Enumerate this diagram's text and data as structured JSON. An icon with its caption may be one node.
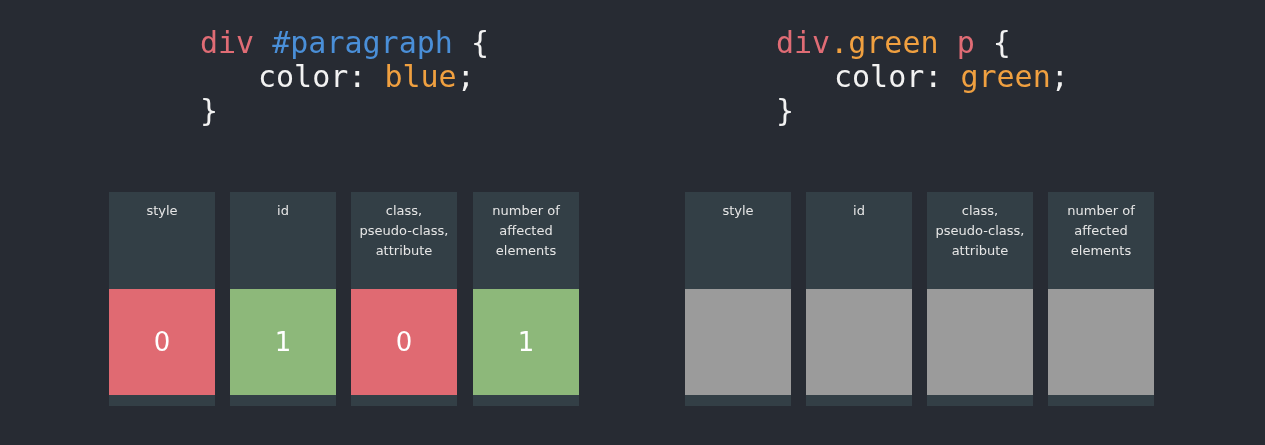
{
  "diagram": {
    "nodes": [
      {
        "text": [
          "style"
        ]
      },
      {
        "text": [
          "0"
        ],
        "in": 0
      },
      {
        "text": [
          "id"
        ]
      },
      {
        "text": [
          "1"
        ],
        "in": 2
      },
      {
        "text": [
          "class, pseudo-class, attribute"
        ]
      },
      {
        "text": [
          "0"
        ],
        "in": 4
      },
      {
        "text": [
          "number of affected elements"
        ]
      },
      {
        "text": [
          "1"
        ],
        "in": 6
      },
      {
        "text": [
          "style"
        ]
      },
      {
        "text": [],
        "shape": "box",
        "in": 8
      },
      {
        "text": [
          "id"
        ]
      },
      {
        "text": [],
        "shape": "box",
        "in": 10
      },
      {
        "text": [
          "class, pseudo-class, attribute"
        ]
      },
      {
        "text": [],
        "shape": "box",
        "in": 12
      },
      {
        "text": [
          "number of affected elements"
        ]
      },
      {
        "text": [],
        "shape": "box",
        "in": 14
      }
    ],
    "labels": [
      "div #paragraph {",
      "color: blue;",
      "}",
      "div.green p {",
      "color: green;",
      "}"
    ]
  }
}
